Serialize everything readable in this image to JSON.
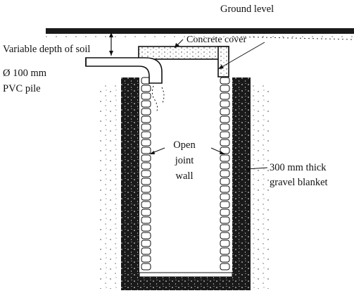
{
  "labels": {
    "ground_level": "Ground level",
    "concrete_cover": "Concrete cover",
    "variable_depth": "Variable depth of soil",
    "pipe_line1": "Ø 100 mm",
    "pipe_line2": "PVC pile",
    "wall_line1": "Open",
    "wall_line2": "joint",
    "wall_line3": "wall",
    "gravel_line1": "300 mm thick",
    "gravel_line2": "gravel blanket"
  },
  "colors": {
    "ink": "#111111",
    "gravel": "#1a1a1a",
    "paper": "#ffffff"
  }
}
